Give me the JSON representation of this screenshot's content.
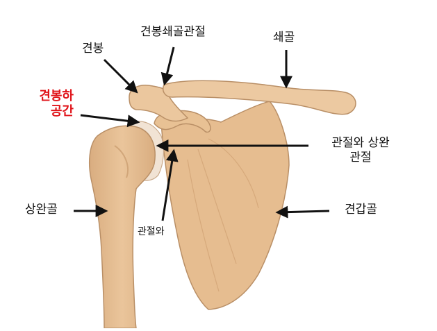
{
  "colors": {
    "bone_fill": "#eac59b",
    "bone_shade": "#d7aa7d",
    "bone_edge": "#b98f66",
    "cartilage": "#f1e3d4",
    "arrow": "#111111",
    "highlight_label": "#e0141a"
  },
  "labels": {
    "acromion": "견봉",
    "ac_joint": "견봉쇄골관절",
    "clavicle": "쇄골",
    "subacromial_line1": "견봉하",
    "subacromial_line2": "공간",
    "glenohumeral_line1": "관절와 상완",
    "glenohumeral_line2": "관절",
    "humerus": "상완골",
    "scapula": "견갑골",
    "glenoid": "관절와"
  }
}
